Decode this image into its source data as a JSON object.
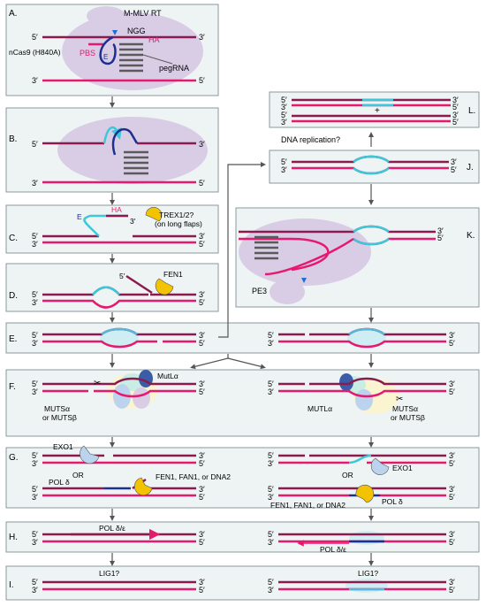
{
  "panels": {
    "A": "A.",
    "B": "B.",
    "C": "C.",
    "D": "D.",
    "E": "E.",
    "F": "F.",
    "G": "G.",
    "H": "H.",
    "I": "I.",
    "J": "J.",
    "K": "K.",
    "L": "L."
  },
  "ends": {
    "five": "5′",
    "three": "3′"
  },
  "labels": {
    "mmlv": "M-MLV RT",
    "ncas9": "nCas9 (H840A)",
    "ngg": "NGG",
    "ha": "HA",
    "pbs": "PBS",
    "e": "E",
    "pegrna": "pegRNA",
    "trex_line1": "TREX1/2?",
    "trex_line2": "(on long flaps)",
    "fen1": "FEN1",
    "mutla_left": "MutLα",
    "mutsa": "MUTSα",
    "or_mutsb": "or MUTSβ",
    "mutla_right": "MUTLα",
    "exo1": "EXO1",
    "or": "OR",
    "pold": "POL δ",
    "fen_fan_dna2": "FEN1, FAN1, or DNA2",
    "pol_de": "POL δ/ε",
    "lig1": "LIG1?",
    "dna_rep": "DNA replication?",
    "plus": "+",
    "pe3": "PE3"
  },
  "colors": {
    "strand_top": "#8b1a4e",
    "strand_pink": "#e6196e",
    "edit_cyan": "#3ec7d8",
    "edit_blue": "#1c2f8f",
    "cas9_lavender": "#d9cde6",
    "panel_bg": "#eef3f4",
    "panel_border": "#8a9a9c",
    "pegrna_gray": "#5a5a5a",
    "fen1_yellow": "#f2c300",
    "arrow_gray": "#555555"
  }
}
